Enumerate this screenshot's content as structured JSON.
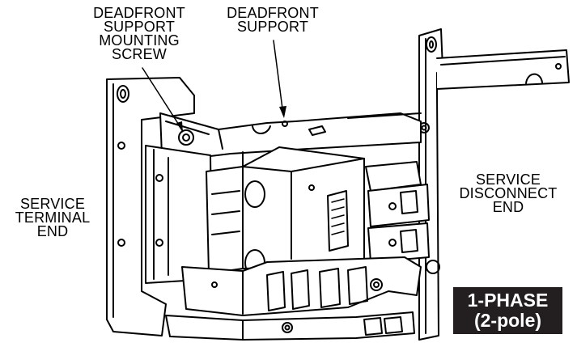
{
  "labels": {
    "deadfront_screw": [
      "DEADFRONT",
      "SUPPORT",
      "MOUNTING",
      "SCREW"
    ],
    "deadfront_support": [
      "DEADFRONT",
      "SUPPORT"
    ],
    "service_terminal_end": [
      "SERVICE",
      "TERMINAL",
      "END"
    ],
    "service_disconnect_end": [
      "SERVICE",
      "DISCONNECT",
      "END"
    ]
  },
  "badge": {
    "line1": "1-PHASE",
    "line2": "(2-pole)",
    "background": "#231f20",
    "text_color": "#ffffff"
  },
  "colors": {
    "line": "#000000",
    "background": "#ffffff"
  }
}
